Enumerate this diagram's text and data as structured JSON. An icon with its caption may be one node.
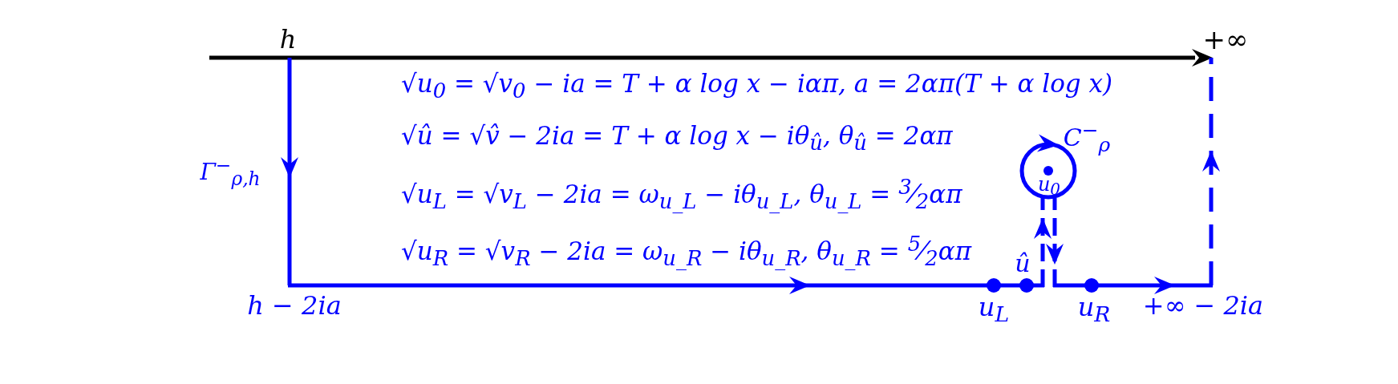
{
  "diagram": {
    "labels": [
      "h",
      "+∞",
      "√u$_{0}$ = √v$_{0}$ − ia = T + α log x − iαπ,  a = 2απ(T + α log x)",
      "√û = √v̂ − 2ia = T + α log x − iθ$_{û}$,  θ$_{û}$ = 2απ",
      "C$^{−}$$_{ρ}$",
      "Γ$^{−}$$_{ρ,h}$",
      "√u$_{L}$ = √v$_{L}$ − 2ia = ω$_{u_L}$ − iθ$_{u_L}$,  θ$_{u_L}$ = $^{3}$⁄$_{2}$απ",
      "u$_{0}$",
      "√u$_{R}$ = √v$_{R}$ − 2ia = ω$_{u_R}$ − iθ$_{u_R}$,  θ$_{u_R}$ = $^{5}$⁄$_{2}$απ",
      "û",
      "h − 2ia",
      "u$_{L}$",
      "u$_{R}$",
      "+∞ − 2ia"
    ]
  }
}
